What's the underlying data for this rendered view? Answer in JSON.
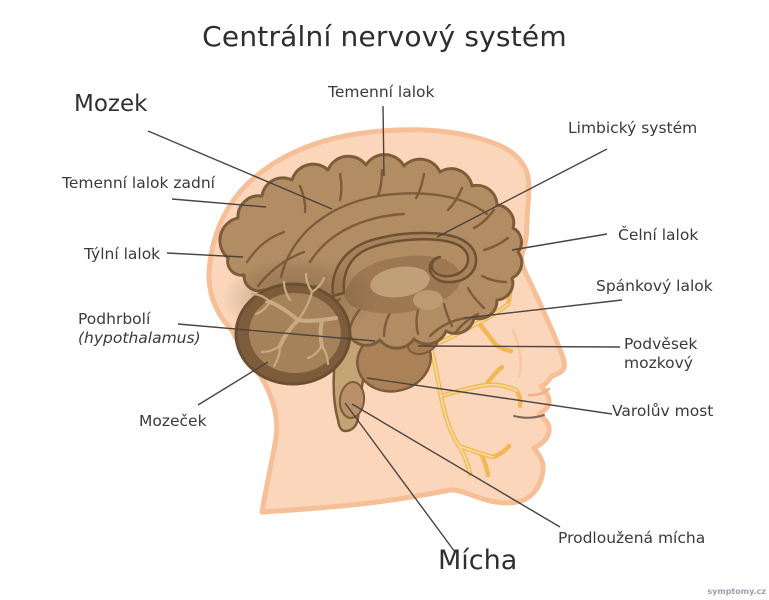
{
  "title": "Centrální nervový systém",
  "watermark": "symptomy.cz",
  "labels": {
    "mozek": {
      "text": "Mozek"
    },
    "temenni_lalok": {
      "text": "Temenní lalok"
    },
    "limbicky_system": {
      "text": "Limbický systém"
    },
    "temenni_lalok_zadni": {
      "text": "Temenní lalok zadní"
    },
    "tylni_lalok": {
      "text": "Týlní lalok"
    },
    "podhrboli": {
      "text": "Podhrbolí",
      "subtext": "(hypothalamus)"
    },
    "mozecek": {
      "text": "Mozeček"
    },
    "celni_lalok": {
      "text": "Čelní lalok"
    },
    "spankovy_lalok": {
      "text": "Spánkový lalok"
    },
    "podvesek_mozkovy": {
      "line1": "Podvěsek",
      "line2": "mozkový"
    },
    "varoluv_most": {
      "text": "Varolův most"
    },
    "prodlouzena_micha": {
      "text": "Prodloužená mícha"
    },
    "micha": {
      "text": "Mícha"
    }
  },
  "colors": {
    "background": "#ffffff",
    "head_fill": "#fbd6bb",
    "head_outline": "#f7bf97",
    "brain_fill": "#b28d64",
    "brain_outline": "#7e5c3a",
    "corpus_callosum_fill": "#a8825a",
    "cerebellum_ring": "#7c5c3a",
    "cerebellum_inner": "#a6825a",
    "cerebellum_branches": "#c9ab81",
    "brainstem_fill": "#c4a375",
    "pons_fill": "#ab8157",
    "nerve_outer": "#f2b855",
    "nerve_inner": "#fbe0a4",
    "leader_line": "#4c4340",
    "label_text": "#3a3a3a",
    "watermark_text": "#99a0ad"
  }
}
